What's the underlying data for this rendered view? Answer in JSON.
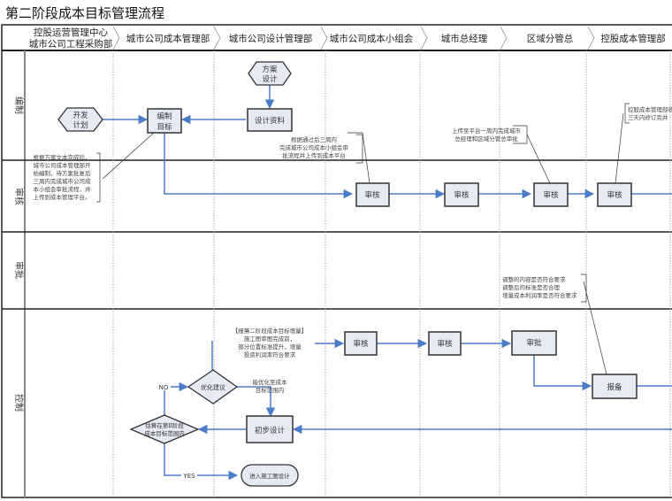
{
  "title": "第二阶段成本目标管理流程",
  "lanes": [
    {
      "label_lines": [
        "控股运营管理中心",
        "城市公司工程采购部"
      ]
    },
    {
      "label_lines": [
        "城市公司成本管理部"
      ]
    },
    {
      "label_lines": [
        "城市公司设计管理部"
      ]
    },
    {
      "label_lines": [
        "城市公司成本小组会"
      ]
    },
    {
      "label_lines": [
        "城市总经理"
      ]
    },
    {
      "label_lines": [
        "区域分管总"
      ]
    },
    {
      "label_lines": [
        "控股成本管理部"
      ]
    }
  ],
  "rows": [
    {
      "label": "编制"
    },
    {
      "label": "审核"
    },
    {
      "label": "审批"
    },
    {
      "label": "控制"
    }
  ],
  "nodes": {
    "kaifa_jihua": {
      "lines": [
        "开发",
        "计划"
      ],
      "shape": "hexagon"
    },
    "fangan_sheji": {
      "lines": [
        "方案",
        "设计"
      ],
      "shape": "hexagon"
    },
    "bianzhi_mubiao": {
      "lines": [
        "编制",
        "目标"
      ],
      "shape": "process"
    },
    "sheji_ziliao": {
      "lines": [
        "设计资料"
      ],
      "shape": "process"
    },
    "shenhe_1": {
      "lines": [
        "审核"
      ],
      "shape": "process"
    },
    "shenhe_2": {
      "lines": [
        "审核"
      ],
      "shape": "process"
    },
    "shenhe_3": {
      "lines": [
        "审核"
      ],
      "shape": "process"
    },
    "shenhe_4": {
      "lines": [
        "审核"
      ],
      "shape": "process"
    },
    "shenhe_5": {
      "lines": [
        "审核"
      ],
      "shape": "process"
    },
    "shenhe_6": {
      "lines": [
        "审核"
      ],
      "shape": "process"
    },
    "shenpi": {
      "lines": [
        "审批"
      ],
      "shape": "process"
    },
    "baobei": {
      "lines": [
        "报备"
      ],
      "shape": "process"
    },
    "chubu_sheji": {
      "lines": [
        "初步设计"
      ],
      "shape": "process"
    },
    "youhua_jianyi": {
      "lines": [
        "优化建议"
      ],
      "shape": "decision"
    },
    "gusuan_panduan": {
      "lines": [
        "估算在第Ⅱ阶段",
        "成本目标范围内"
      ],
      "shape": "decision"
    },
    "jinru_shigongtu": {
      "lines": [
        "进入施工图设计"
      ],
      "shape": "terminator"
    }
  },
  "notes": {
    "note_1": [
      "根据方案文本完成后，",
      "城市公司成本管理部开",
      "始编制，待方案批复后",
      "三周内完成城市公司成",
      "本小组会审批流程，并",
      "上传到成本管理平台。"
    ],
    "note_2": [
      "根据通过后三周内",
      "完成城市公司成本小组会审",
      "批流程并上传到成本平台"
    ],
    "note_3": [
      "上传至平台一周内完成城市",
      "总经理和区域分管总审批"
    ],
    "note_4": [
      "控股成本管理部收",
      "三天内修订完并"
    ],
    "note_5": [
      "调整的内容是否符合要求",
      "调整后的标准是否合理",
      "增量成本利润率是否符合要求"
    ],
    "note_6": [
      "【报第二阶段成本目标增量】",
      "施工图审图完成前，",
      "部分位置标准提升，增量",
      "投资利润率符合要求"
    ],
    "note_7": [
      "能优化至成本",
      "目标范围内"
    ]
  },
  "edge_labels": {
    "no": "NO",
    "yes": "YES"
  },
  "colors": {
    "node_fill": "#e6eaf5",
    "node_stroke": "#333333",
    "flow_line": "#4a7cc8",
    "grid_line": "#222222",
    "lane_divider": "#999999"
  }
}
